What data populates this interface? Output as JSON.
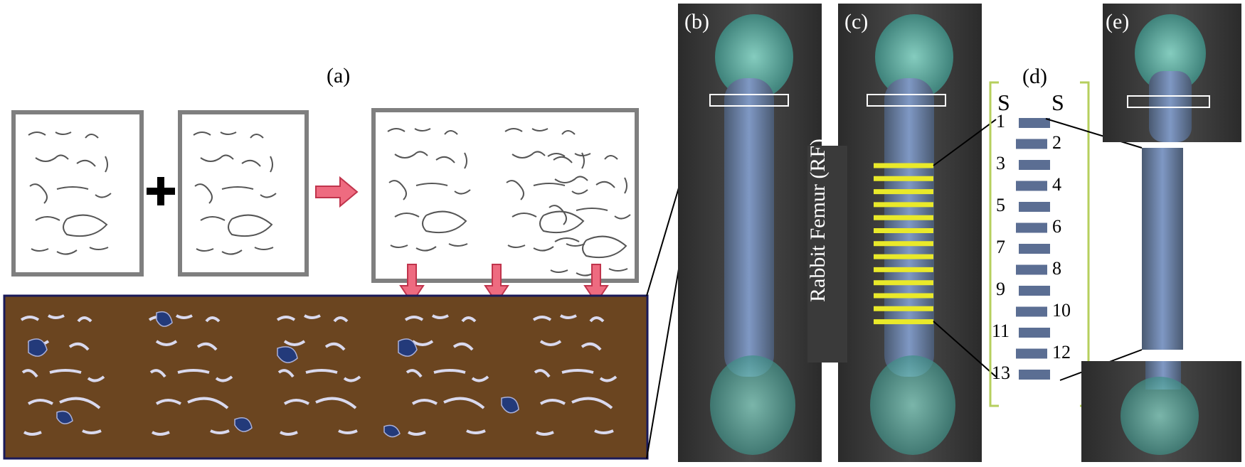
{
  "panels": {
    "a": "(a)",
    "b": "(b)",
    "c": "(c)",
    "d": "(d)",
    "e": "(e)"
  },
  "side_label": "Rabbit Femur (RF)",
  "d_panel": {
    "header_left": "S",
    "header_right": "S",
    "slice_numbers": [
      "1",
      "2",
      "3",
      "4",
      "5",
      "6",
      "7",
      "8",
      "9",
      "10",
      "11",
      "12",
      "13"
    ]
  },
  "colors": {
    "matrix": "#6b4520",
    "pore_fill": "#233a7a",
    "arrow": "#ee6b80",
    "slice_lines": "#e9e92a",
    "bracket": "#b6cf5e",
    "bone": "#6a87b5",
    "bone_head": "#5ec9b8"
  }
}
